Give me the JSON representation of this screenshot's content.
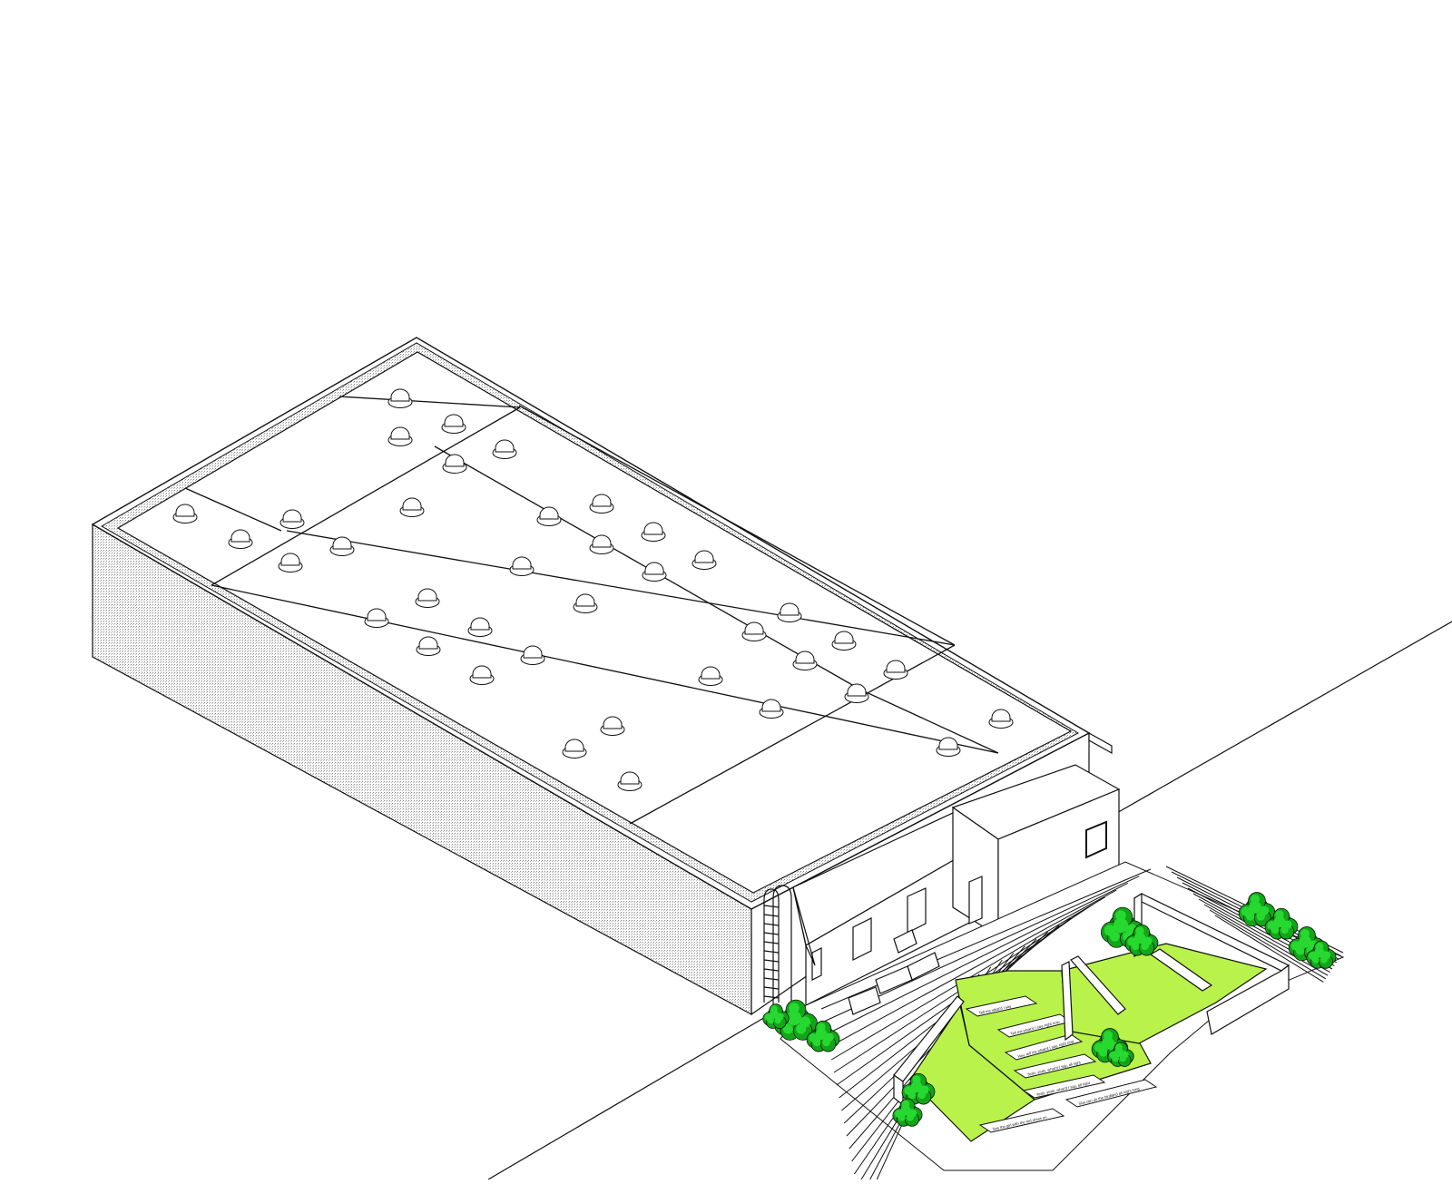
{
  "drawing": {
    "subject": "isometric building with rooftop skylights, ladder, entrance annex and landscaped terraced plaza",
    "colors": {
      "background": "#ffffff",
      "line": "#111111",
      "lawn": "#b8f24a",
      "tree_dark": "#11a617",
      "tree_light": "#27d830",
      "wall_hatch": "#8a8a8a"
    }
  },
  "step_texts": [
    "Tell me what'd I say",
    "Tell me what'd I say, right now",
    "Hey, tell me what'd I say, right now",
    "Yeah, yeah, what'd I say, all right",
    "Yeah, yeah, what'd I say, all right",
    "She can do the birdland all night long",
    "See the girl with the red dress on"
  ]
}
